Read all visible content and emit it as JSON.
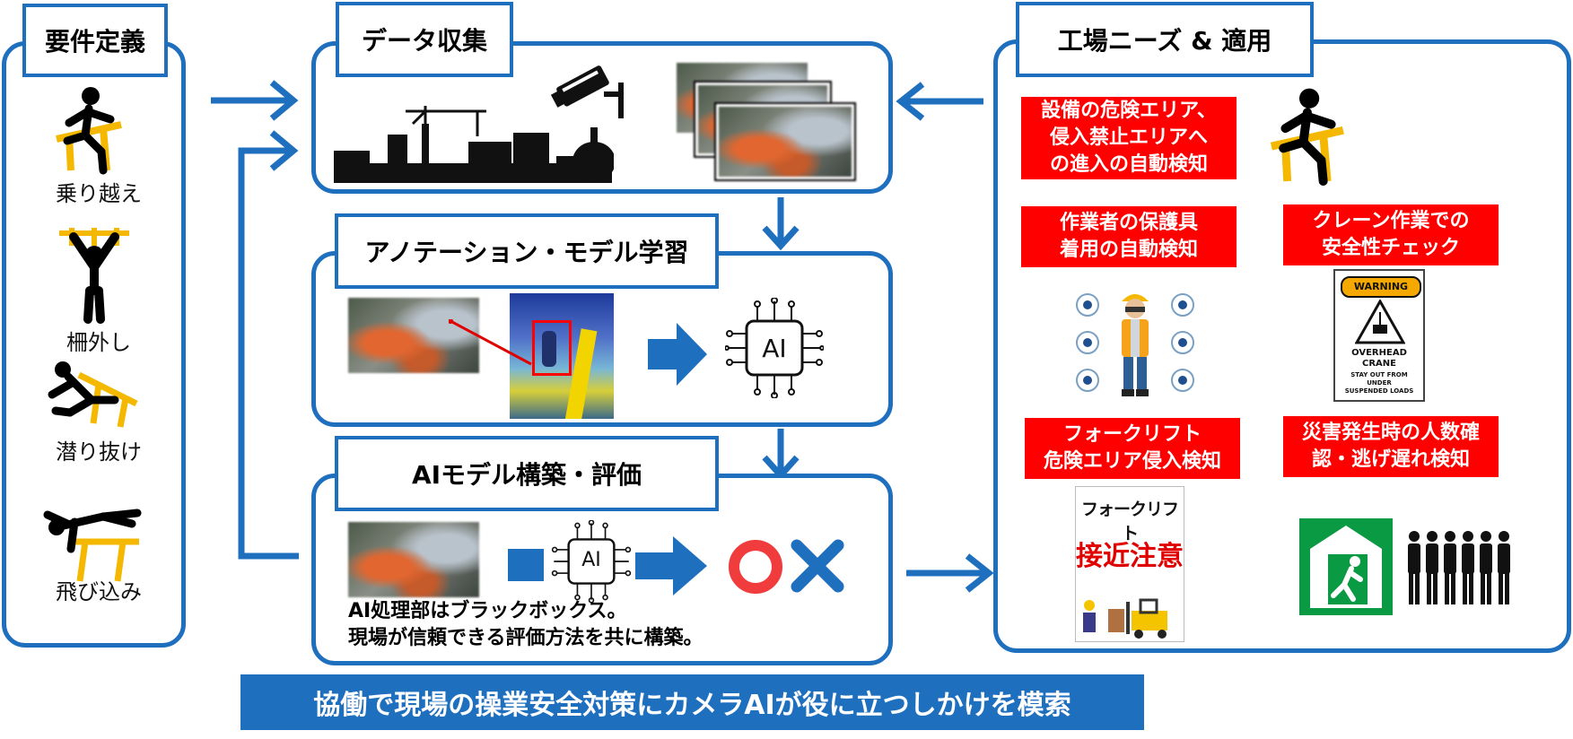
{
  "requirements": {
    "title": "要件定義",
    "items": [
      "乗り越え",
      "柵外し",
      "潜り抜け",
      "飛び込み"
    ]
  },
  "data_collection": {
    "title": "データ収集"
  },
  "annotation": {
    "title": "アノテーション・モデル学習",
    "ai_label": "AI"
  },
  "model_build": {
    "title": "AIモデル構築・評価",
    "ai_label": "AI",
    "note_line1": "AI処理部はブラックボックス。",
    "note_line2": "現場が信頼できる評価方法を共に構築。"
  },
  "factory": {
    "title": "工場ニーズ & 適用",
    "needs": [
      "設備の危険エリア、\n侵入禁止エリアへ\nの進入の自動検知",
      "作業者の保護具\n着用の自動検知",
      "クレーン作業での\n安全性チェック",
      "フォークリフト\n危険エリア侵入検知",
      "災害発生時の人数確\n認・逃げ遅れ検知"
    ],
    "warning_sign": {
      "header": "WARNING",
      "line1": "OVERHEAD",
      "line2": "CRANE",
      "line3": "STAY OUT FROM",
      "line4": "UNDER",
      "line5": "SUSPENDED LOADS"
    },
    "forklift_sign": {
      "line1": "フォークリフト",
      "line2": "接近注意"
    }
  },
  "banner": "協働で現場の操業安全対策にカメラAIが役に立つしかけを模索",
  "colors": {
    "accent": "#1f6fbf",
    "alert": "#ff0000",
    "hazard": "#f5b800",
    "exit_green": "#0a9a44"
  }
}
